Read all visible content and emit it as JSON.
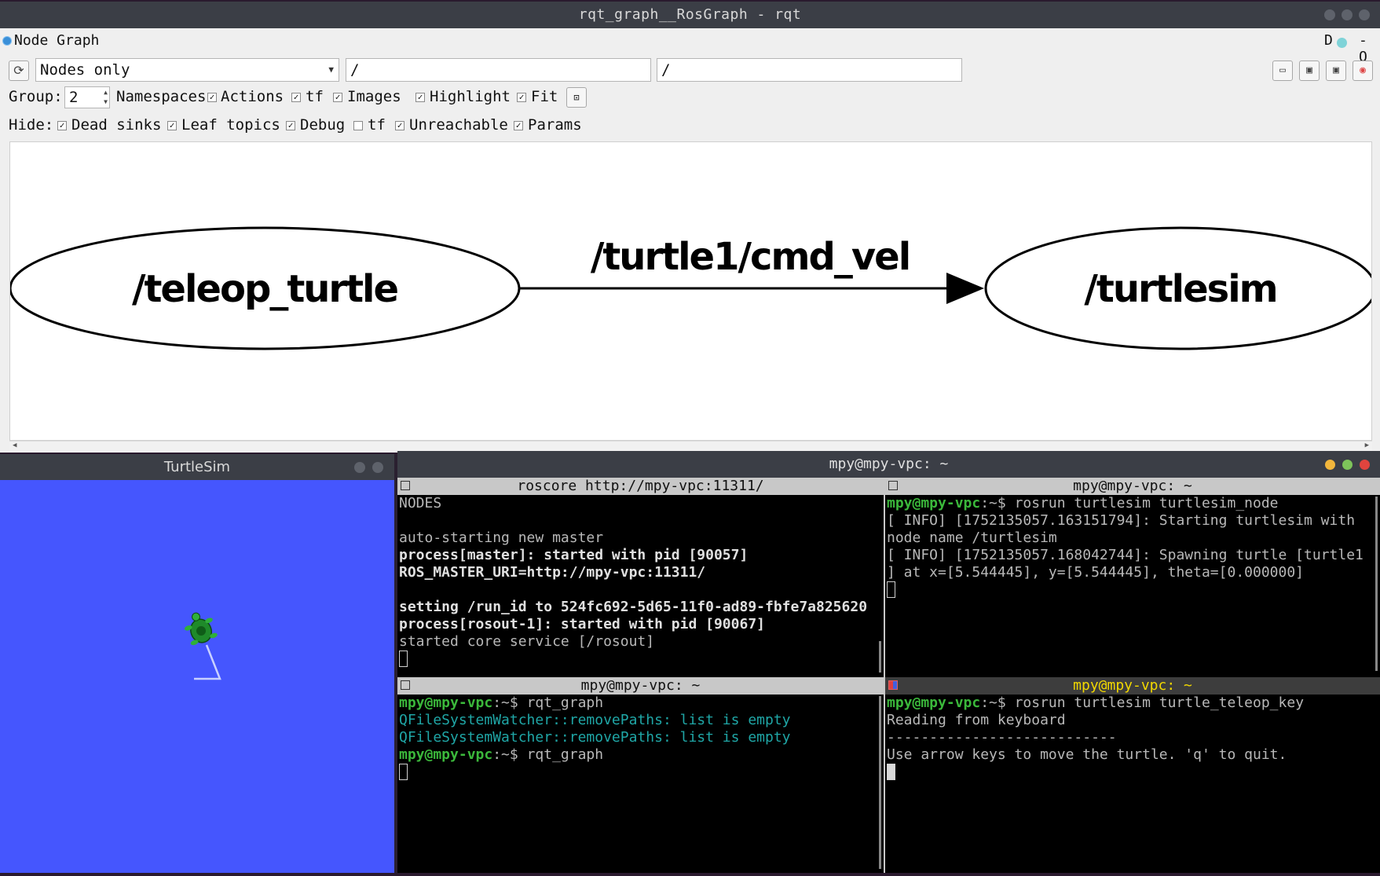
{
  "rqt": {
    "title": "rqt_graph__RosGraph - rqt",
    "header_title": "Node Graph",
    "header_right_d": "D",
    "header_right_dash": "- O",
    "mode_select": "Nodes only",
    "filter1": "/",
    "filter2": "/",
    "group_label": "Group:",
    "group_value": "2",
    "row2": {
      "namespaces": "Namespaces",
      "actions": "Actions",
      "tf": "tf",
      "images": "Images",
      "highlight": "Highlight",
      "fit": "Fit"
    },
    "hide_label": "Hide:",
    "row3": {
      "dead_sinks": "Dead sinks",
      "leaf_topics": "Leaf topics",
      "debug": "Debug",
      "tf": "tf",
      "unreachable": "Unreachable",
      "params": "Params"
    },
    "graph": {
      "source_node": "/teleop_turtle",
      "edge_topic": "/turtle1/cmd_vel",
      "target_node": "/turtlesim"
    }
  },
  "turtlesim": {
    "title": "TurtleSim",
    "background": "#4556fe"
  },
  "terminal": {
    "title": "mpy@mpy-vpc: ~",
    "panes": {
      "top_left": {
        "title": "roscore http://mpy-vpc:11311/",
        "lines": [
          "NODES",
          "",
          "auto-starting new master",
          "process[master]: started with pid [90057]",
          "ROS_MASTER_URI=http://mpy-vpc:11311/",
          "",
          "setting /run_id to 524fc692-5d65-11f0-ad89-fbfe7a825620",
          "process[rosout-1]: started with pid [90067]",
          "started core service [/rosout]"
        ]
      },
      "top_right": {
        "title": "mpy@mpy-vpc: ~",
        "prompt": "mpy@mpy-vpc",
        "prompt_suffix": ":~$ ",
        "command": "rosrun turtlesim turtlesim_node",
        "lines": [
          "[ INFO] [1752135057.163151794]: Starting turtlesim with",
          "node name /turtlesim",
          "[ INFO] [1752135057.168042744]: Spawning turtle [turtle1",
          "] at x=[5.544445], y=[5.544445], theta=[0.000000]"
        ]
      },
      "bottom_left": {
        "title": "mpy@mpy-vpc: ~",
        "prompt": "mpy@mpy-vpc",
        "prompt_suffix": ":~$ ",
        "command1": "rqt_graph",
        "warn1": "QFileSystemWatcher::removePaths: list is empty",
        "warn2": "QFileSystemWatcher::removePaths: list is empty",
        "command2": "rqt_graph"
      },
      "bottom_right": {
        "title": "mpy@mpy-vpc: ~",
        "prompt": "mpy@mpy-vpc",
        "prompt_suffix": ":~$ ",
        "command": "rosrun turtlesim turtle_teleop_key",
        "lines": [
          "Reading from keyboard",
          "---------------------------",
          "Use arrow keys to move the turtle. 'q' to quit."
        ]
      }
    }
  }
}
